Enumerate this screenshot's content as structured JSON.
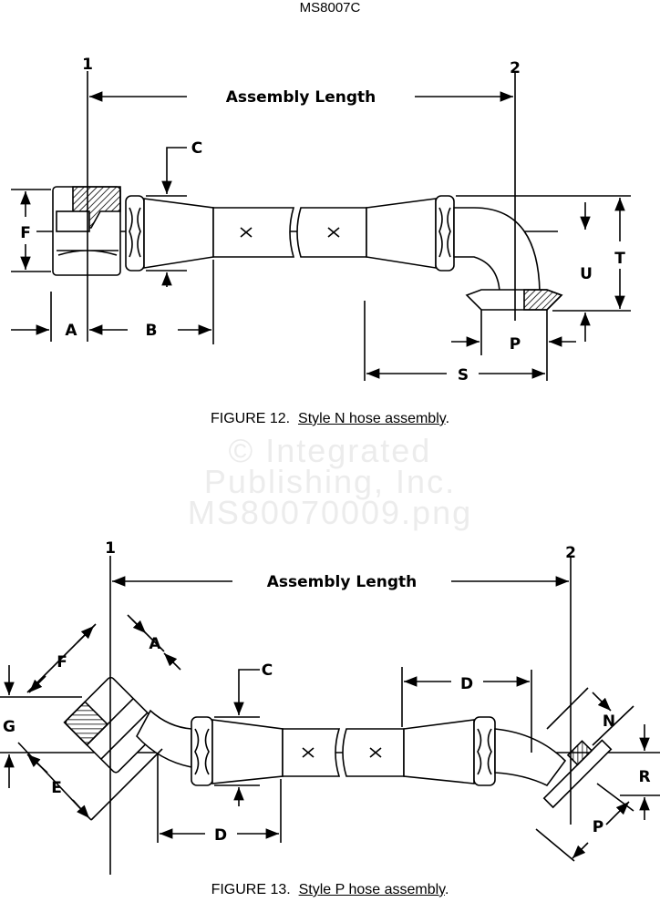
{
  "header": {
    "doc_id": "MS8007C"
  },
  "watermark": {
    "line1": "© Integrated",
    "line2": "Publishing, Inc.",
    "line3": "MS80070009.png"
  },
  "figure12": {
    "caption_prefix": "FIGURE 12.",
    "caption_title": "Style N hose assembly",
    "caption_suffix": ".",
    "labels": {
      "ref1": "1",
      "ref2": "2",
      "assembly_length": "Assembly Length",
      "A": "A",
      "B": "B",
      "C": "C",
      "F": "F",
      "P": "P",
      "S": "S",
      "T": "T",
      "U": "U"
    }
  },
  "figure13": {
    "caption_prefix": "FIGURE 13.",
    "caption_title": "Style P hose assembly",
    "caption_suffix": ".",
    "labels": {
      "ref1": "1",
      "ref2": "2",
      "assembly_length": "Assembly Length",
      "A": "A",
      "C": "C",
      "D_left": "D",
      "D_right": "D",
      "E": "E",
      "F": "F",
      "G": "G",
      "N": "N",
      "P": "P",
      "R": "R"
    }
  }
}
